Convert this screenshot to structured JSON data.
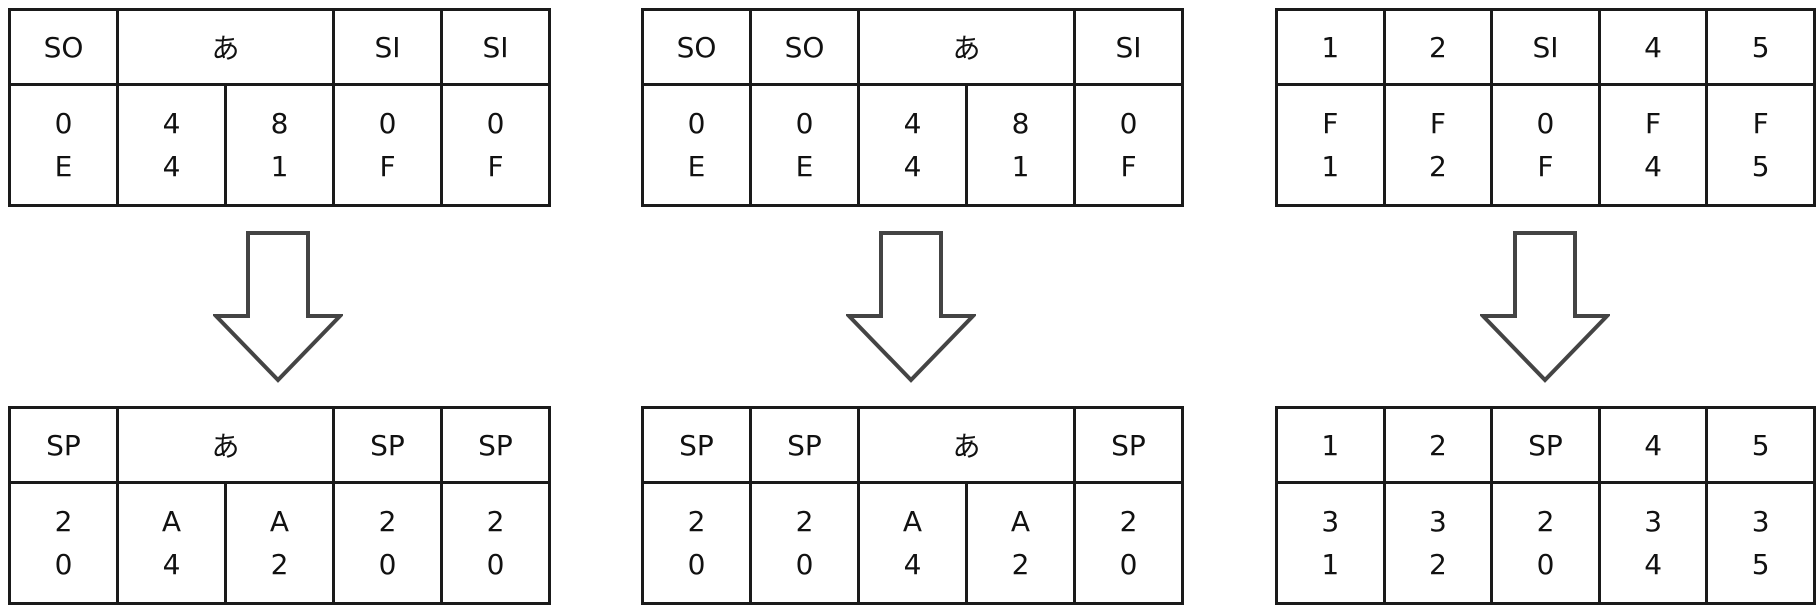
{
  "panels": [
    {
      "before": {
        "header": [
          {
            "label": "SO",
            "span": 1
          },
          {
            "label": "あ",
            "span": 2
          },
          {
            "label": "SI",
            "span": 1
          },
          {
            "label": "SI",
            "span": 1
          }
        ],
        "hex": [
          [
            "0",
            "E"
          ],
          [
            "4",
            "4"
          ],
          [
            "8",
            "1"
          ],
          [
            "0",
            "F"
          ],
          [
            "0",
            "F"
          ]
        ]
      },
      "after": {
        "header": [
          {
            "label": "SP",
            "span": 1
          },
          {
            "label": "あ",
            "span": 2
          },
          {
            "label": "SP",
            "span": 1
          },
          {
            "label": "SP",
            "span": 1
          }
        ],
        "hex": [
          [
            "2",
            "0"
          ],
          [
            "A",
            "4"
          ],
          [
            "A",
            "2"
          ],
          [
            "2",
            "0"
          ],
          [
            "2",
            "0"
          ]
        ]
      }
    },
    {
      "before": {
        "header": [
          {
            "label": "SO",
            "span": 1
          },
          {
            "label": "SO",
            "span": 1
          },
          {
            "label": "あ",
            "span": 2
          },
          {
            "label": "SI",
            "span": 1
          }
        ],
        "hex": [
          [
            "0",
            "E"
          ],
          [
            "0",
            "E"
          ],
          [
            "4",
            "4"
          ],
          [
            "8",
            "1"
          ],
          [
            "0",
            "F"
          ]
        ]
      },
      "after": {
        "header": [
          {
            "label": "SP",
            "span": 1
          },
          {
            "label": "SP",
            "span": 1
          },
          {
            "label": "あ",
            "span": 2
          },
          {
            "label": "SP",
            "span": 1
          }
        ],
        "hex": [
          [
            "2",
            "0"
          ],
          [
            "2",
            "0"
          ],
          [
            "A",
            "4"
          ],
          [
            "A",
            "2"
          ],
          [
            "2",
            "0"
          ]
        ]
      }
    },
    {
      "before": {
        "header": [
          {
            "label": "1",
            "span": 1
          },
          {
            "label": "2",
            "span": 1
          },
          {
            "label": "SI",
            "span": 1
          },
          {
            "label": "4",
            "span": 1
          },
          {
            "label": "5",
            "span": 1
          }
        ],
        "hex": [
          [
            "F",
            "1"
          ],
          [
            "F",
            "2"
          ],
          [
            "0",
            "F"
          ],
          [
            "F",
            "4"
          ],
          [
            "F",
            "5"
          ]
        ]
      },
      "after": {
        "header": [
          {
            "label": "1",
            "span": 1
          },
          {
            "label": "2",
            "span": 1
          },
          {
            "label": "SP",
            "span": 1
          },
          {
            "label": "4",
            "span": 1
          },
          {
            "label": "5",
            "span": 1
          }
        ],
        "hex": [
          [
            "3",
            "1"
          ],
          [
            "3",
            "2"
          ],
          [
            "2",
            "0"
          ],
          [
            "3",
            "4"
          ],
          [
            "3",
            "5"
          ]
        ]
      }
    }
  ],
  "colors": {
    "border": "#1a1a1a",
    "arrow_stroke": "#444444",
    "background": "#ffffff"
  }
}
